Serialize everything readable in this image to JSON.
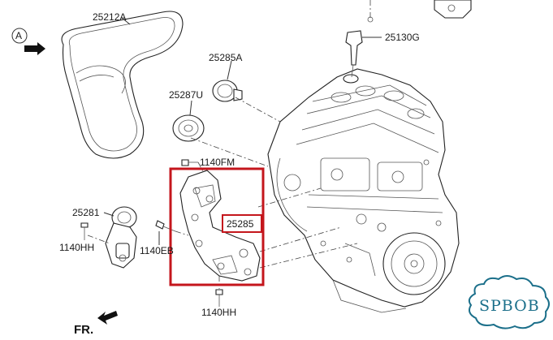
{
  "diagram": {
    "view_marker": "A",
    "direction_label": "FR.",
    "watermark": "SPBOB",
    "highlight_color": "#c4161c",
    "watermark_color": "#1b6f8a",
    "parts": {
      "belt": "25212A",
      "idler_pulley": "25285A",
      "tensioner_pulley": "25287U",
      "top_bolt": "1140FM",
      "tensioner_assy": "25281",
      "tensioner_bolt": "1140HH",
      "bracket_bolt": "1140EB",
      "bracket": "25285",
      "bottom_bolt": "1140HH",
      "sensor": "25130G"
    }
  }
}
